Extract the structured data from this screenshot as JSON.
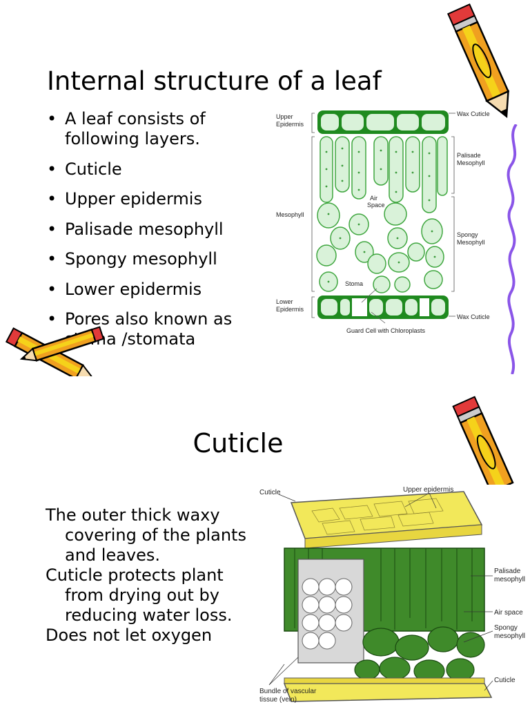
{
  "slide1": {
    "title": "Internal structure of a leaf",
    "bullets": [
      "A leaf consists of following layers.",
      "Cuticle",
      "Upper epidermis",
      "Palisade mesophyll",
      "Spongy mesophyll",
      "Lower epidermis",
      "Pores  also known as stoma /stomata"
    ],
    "diagram": {
      "label_upper_epidermis_1": "Upper",
      "label_upper_epidermis_2": "Epidermis",
      "label_mesophyll": "Mesophyll",
      "label_lower_epidermis_1": "Lower",
      "label_lower_epidermis_2": "Epidermis",
      "label_air_1": "Air",
      "label_air_2": "Space",
      "label_stoma": "Stoma",
      "label_wax_cuticle_top": "Wax Cuticle",
      "label_palisade_1": "Palisade",
      "label_palisade_2": "Mesophyll",
      "label_spongy_1": "Spongy",
      "label_spongy_2": "Mesophyll",
      "label_wax_cuticle_bottom": "Wax Cuticle",
      "label_guard_cell": "Guard Cell with Chloroplasts"
    }
  },
  "slide2": {
    "title": "Cuticle",
    "paragraphs": [
      "The outer thick waxy covering of the plants  and leaves.",
      "Cuticle protects plant from drying out by reducing water loss.",
      "Does not let oxygen"
    ],
    "diagram": {
      "label_cuticle_top": "Cuticle",
      "label_upper_epidermis": "Upper epidermis",
      "label_palisade_1": "Palisade",
      "label_palisade_2": "mesophyll",
      "label_air_space": "Air space",
      "label_spongy_1": "Spongy",
      "label_spongy_2": "mesophyll",
      "label_cuticle_bottom": "Cuticle",
      "label_bundle_1": "Bundle of vascular",
      "label_bundle_2": "tissue (vein)"
    }
  },
  "colors": {
    "leaf_green": "#1f8a1f",
    "cell_fill": "#d9f2d9",
    "diagram2_green": "#3f8a2a",
    "diagram2_yellow": "#f2e85a",
    "pencil_orange": "#f0a020",
    "pencil_yellow": "#f5d21a",
    "squiggle_purple": "#8a55e8"
  }
}
